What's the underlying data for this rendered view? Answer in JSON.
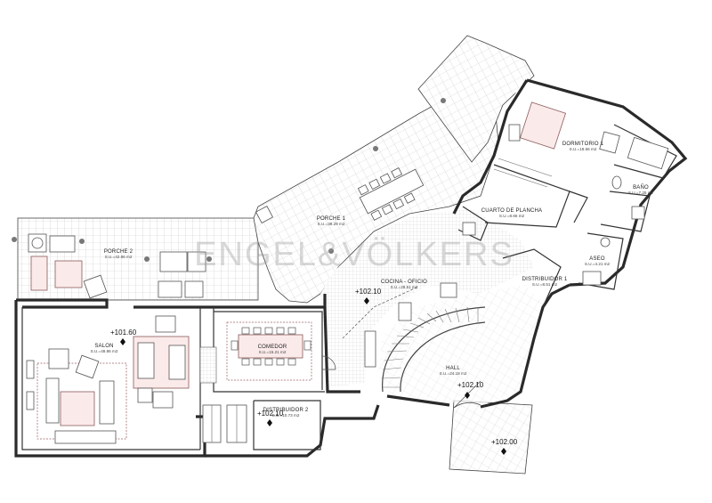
{
  "watermark": "ENGEL&VÖLKERS",
  "rooms": {
    "porche1": {
      "name": "PORCHE  1",
      "area": "S.U.=38.29  m2"
    },
    "porche2": {
      "name": "PORCHE  2",
      "area": "S.U.=42.86  m2"
    },
    "salon": {
      "name": "SALON",
      "area": "S.U.=48.86  m2"
    },
    "comedor": {
      "name": "COMEDOR",
      "area": "S.U.=15.21  m2"
    },
    "cocina": {
      "name": "COCINA - OFICIO",
      "area": "S.U.=28.51  m2"
    },
    "hall": {
      "name": "HALL",
      "area": "S.U.=24.18  m2"
    },
    "distribuidor1": {
      "name": "DISTRIBUIDOR  1",
      "area": "S.U.=8.51  m2"
    },
    "distribuidor2": {
      "name": "DISTRIBUIDOR  2",
      "area": "S.U.=10.73  m2"
    },
    "cuarto_plancha": {
      "name": "CUARTO  DE  PLANCHA",
      "area": "S.U.=8.66  m2"
    },
    "dormitorio1": {
      "name": "DORMITORIO  1",
      "area": "S.U.=18.66  m2"
    },
    "bano": {
      "name": "BAÑO",
      "area": "S.U.=7.25  m2"
    },
    "aseo": {
      "name": "ASEO",
      "area": "S.U.=4.21  m2"
    }
  },
  "elevations": {
    "salon": "+101.60",
    "cocina": "+102.10",
    "distribuidor2": "+102.10",
    "hall": "+102.10",
    "entrance": "+102.00"
  }
}
